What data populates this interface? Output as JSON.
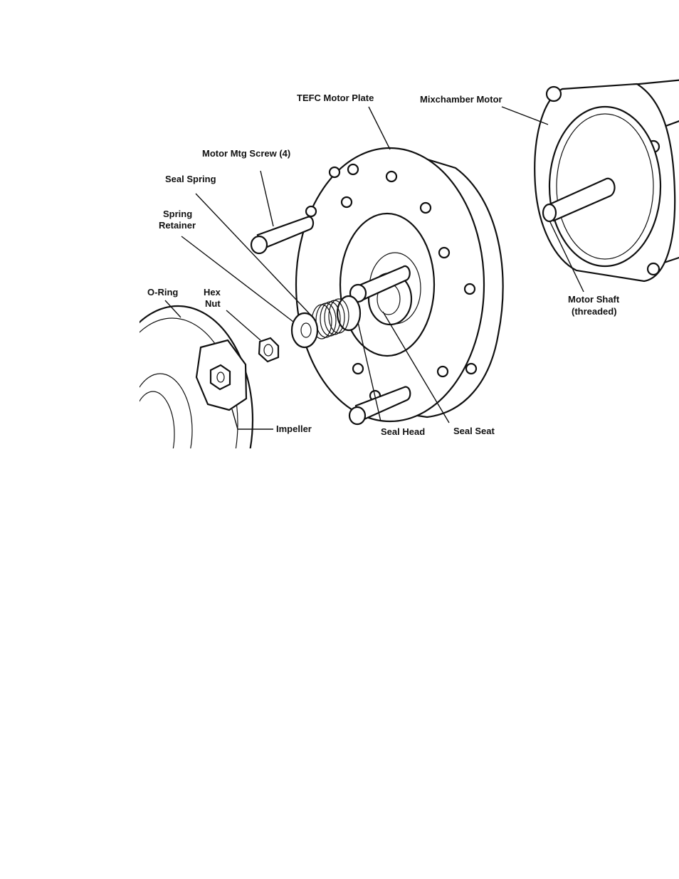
{
  "labels": {
    "tefc_motor_plate": "TEFC Motor Plate",
    "mixchamber_motor": "Mixchamber Motor",
    "motor_mtg_screw": "Motor Mtg Screw (4)",
    "seal_spring": "Seal Spring",
    "spring_retainer_1": "Spring",
    "spring_retainer_2": "Retainer",
    "o_ring": "O-Ring",
    "hex_nut_1": "Hex",
    "hex_nut_2": "Nut",
    "impeller": "Impeller",
    "seal_head": "Seal Head",
    "seal_seat": "Seal Seat",
    "motor_shaft_1": "Motor Shaft",
    "motor_shaft_2": "(threaded)"
  }
}
